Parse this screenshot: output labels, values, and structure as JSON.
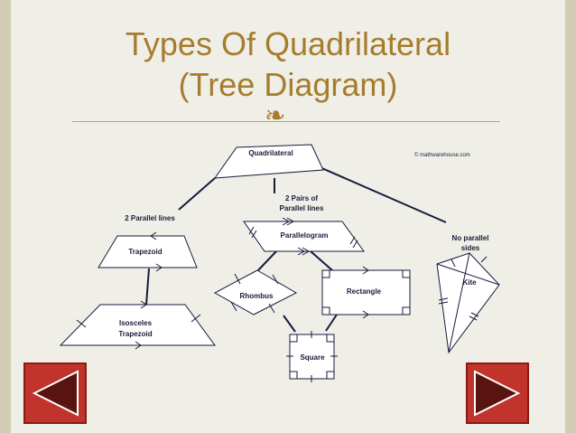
{
  "slide": {
    "title_line1": "Types Of Quadrilateral",
    "title_line2": "(Tree Diagram)",
    "ornament": "❧"
  },
  "diagram": {
    "copyright": "© mathwarehouse.com",
    "nodes": {
      "quadrilateral": "Quadrilateral",
      "two_parallel_label": "2 Parallel lines",
      "trapezoid": "Trapezoid",
      "isosceles_line1": "Isosceles",
      "isosceles_line2": "Trapezoid",
      "two_pairs_line1": "2 Pairs of",
      "two_pairs_line2": "Parallel lines",
      "parallelogram": "Parallelogram",
      "rhombus": "Rhombus",
      "rectangle": "Rectangle",
      "square": "Square",
      "no_parallel_line1": "No parallel",
      "no_parallel_line2": "sides",
      "kite": "Kite"
    }
  },
  "navigation": {
    "prev_icon": "triangle-left-icon",
    "next_icon": "triangle-right-icon",
    "button_color": "#c0342c",
    "arrow_fill": "#5a1410"
  }
}
